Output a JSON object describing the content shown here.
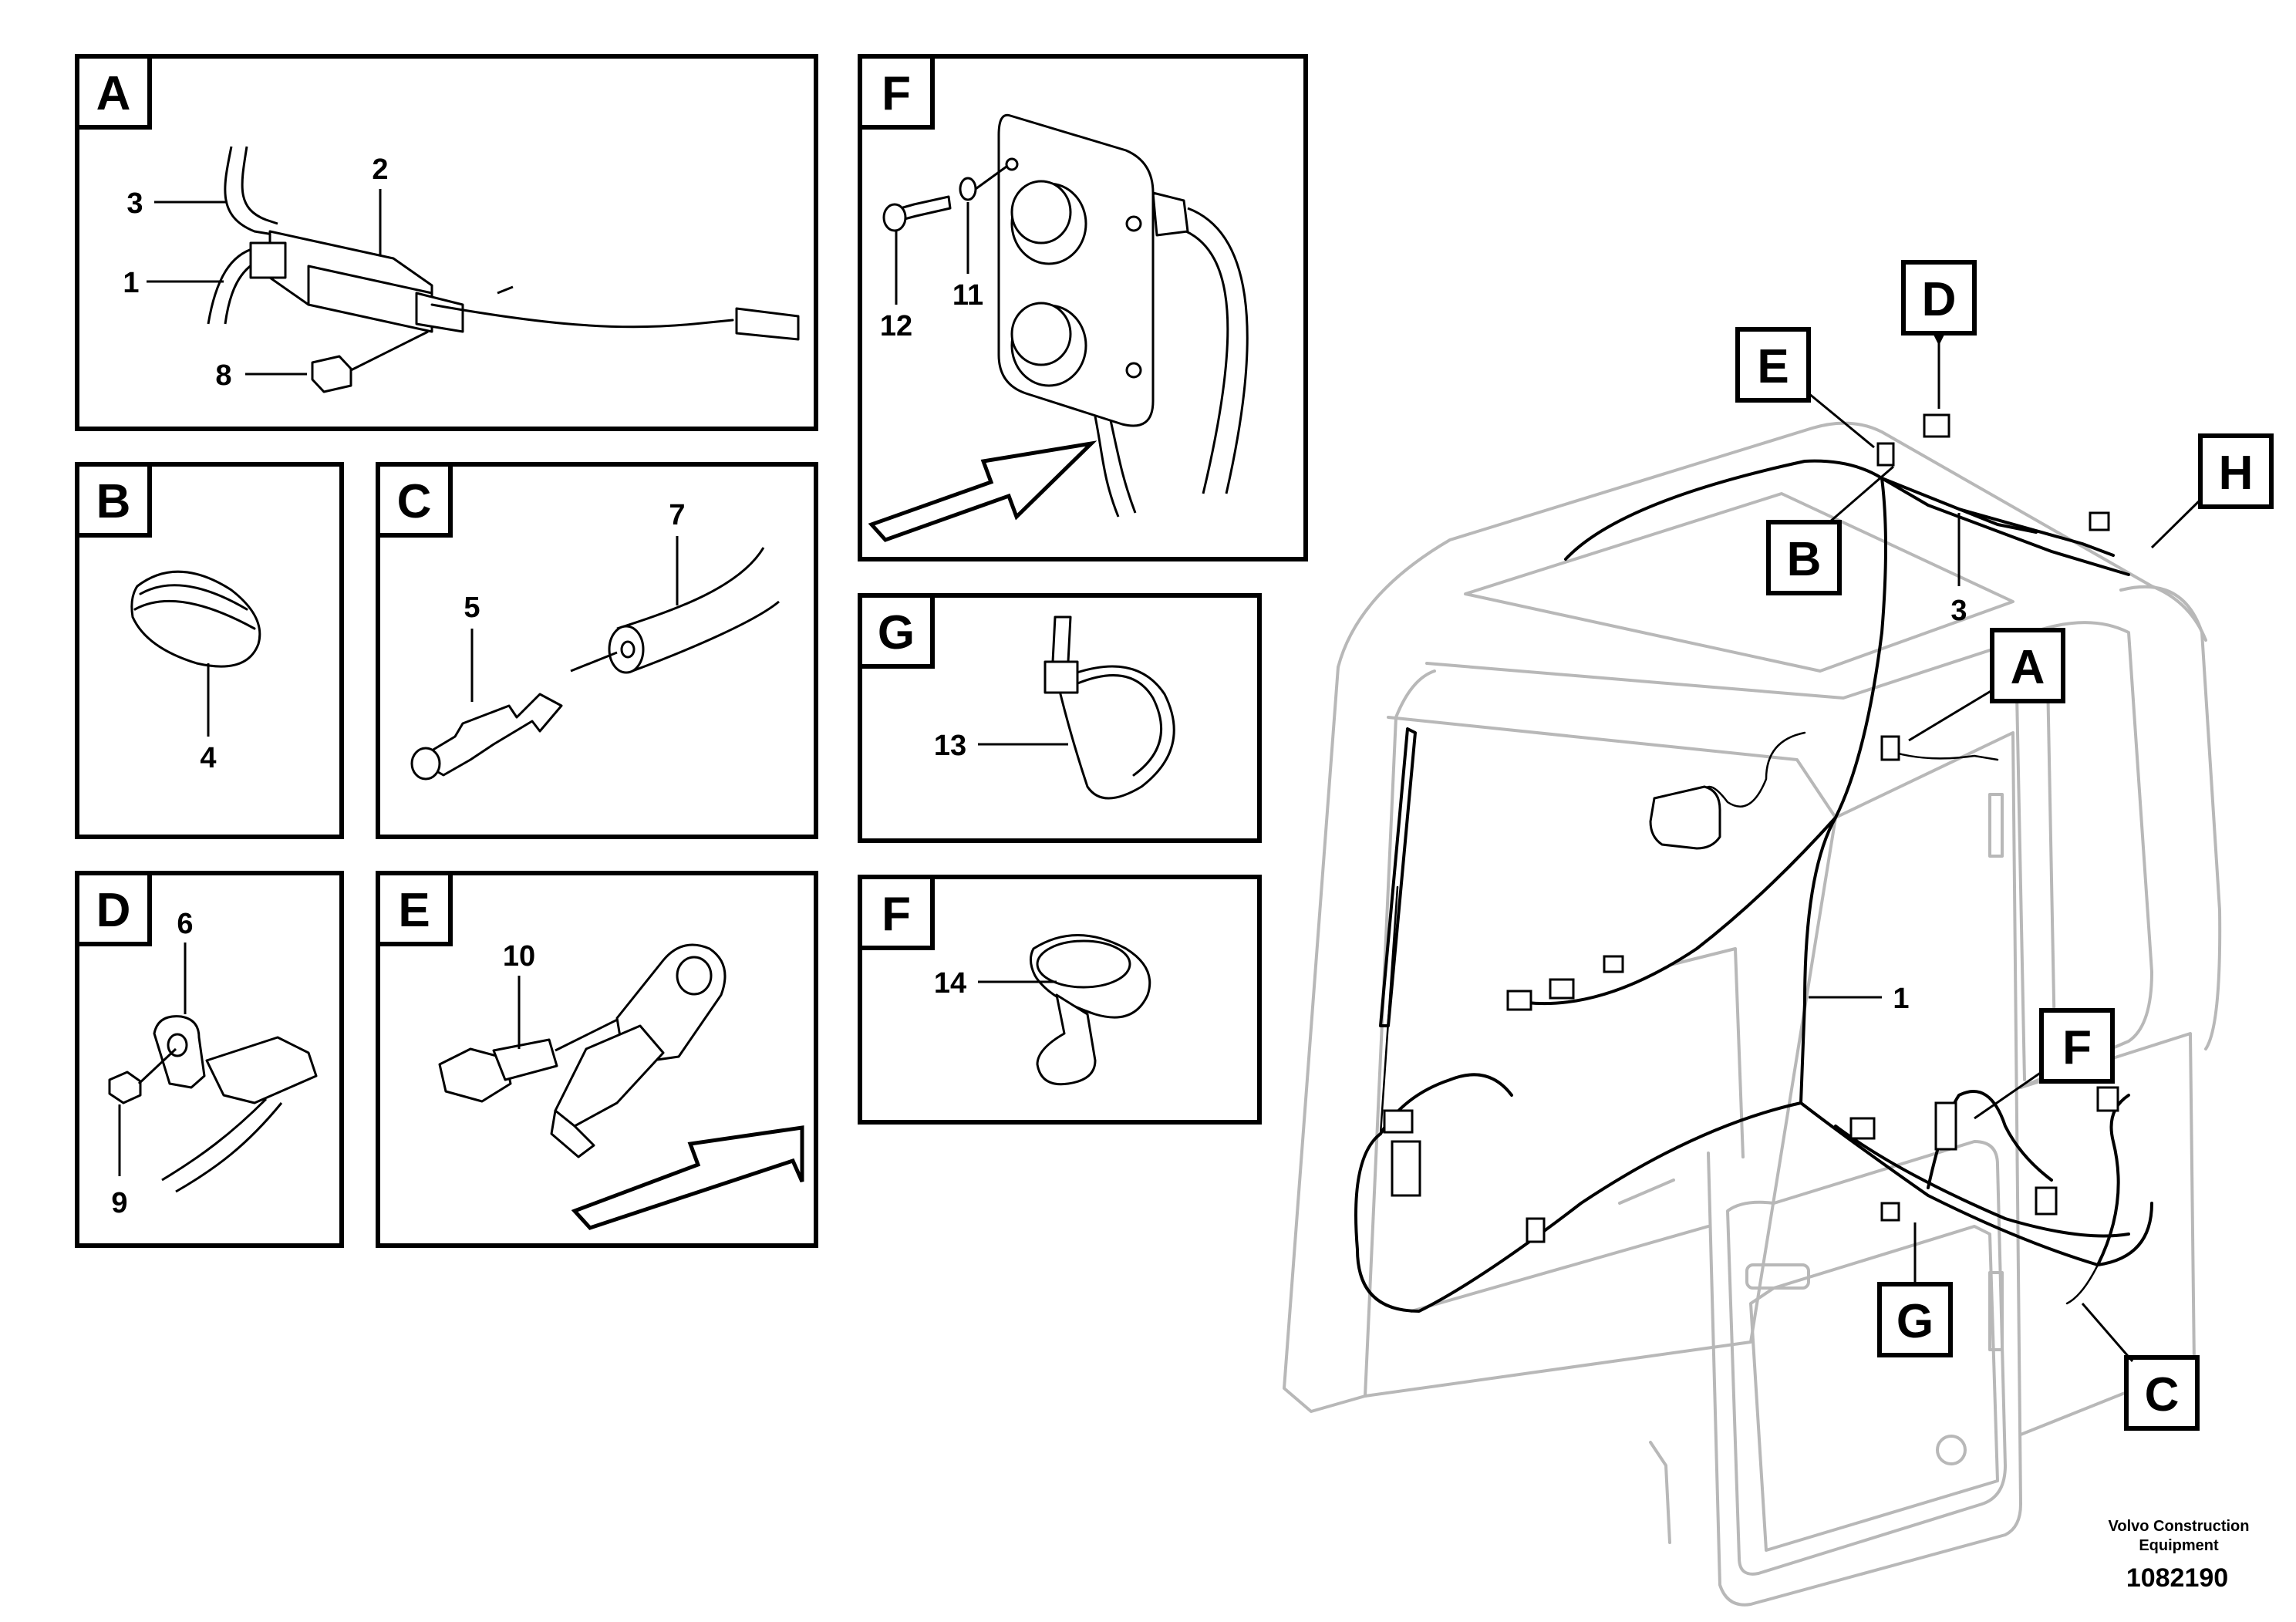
{
  "panels": {
    "a": {
      "letter": "A",
      "callouts": [
        "3",
        "2",
        "1",
        "8"
      ]
    },
    "b": {
      "letter": "B",
      "callouts": [
        "4"
      ]
    },
    "c": {
      "letter": "C",
      "callouts": [
        "7",
        "5"
      ]
    },
    "d": {
      "letter": "D",
      "callouts": [
        "6",
        "9"
      ]
    },
    "e": {
      "letter": "E",
      "callouts": [
        "10"
      ]
    },
    "f_top": {
      "letter": "F",
      "callouts": [
        "12",
        "11"
      ]
    },
    "g": {
      "letter": "G",
      "callouts": [
        "13"
      ]
    },
    "f_bottom": {
      "letter": "F",
      "callouts": [
        "14"
      ]
    }
  },
  "overview": {
    "labels": [
      "D",
      "E",
      "H",
      "B",
      "A",
      "F",
      "G",
      "C"
    ],
    "callouts": [
      "3",
      "1"
    ]
  },
  "footer": {
    "brand_line1": "Volvo Construction",
    "brand_line2": "Equipment",
    "doc_number": "1082190"
  }
}
